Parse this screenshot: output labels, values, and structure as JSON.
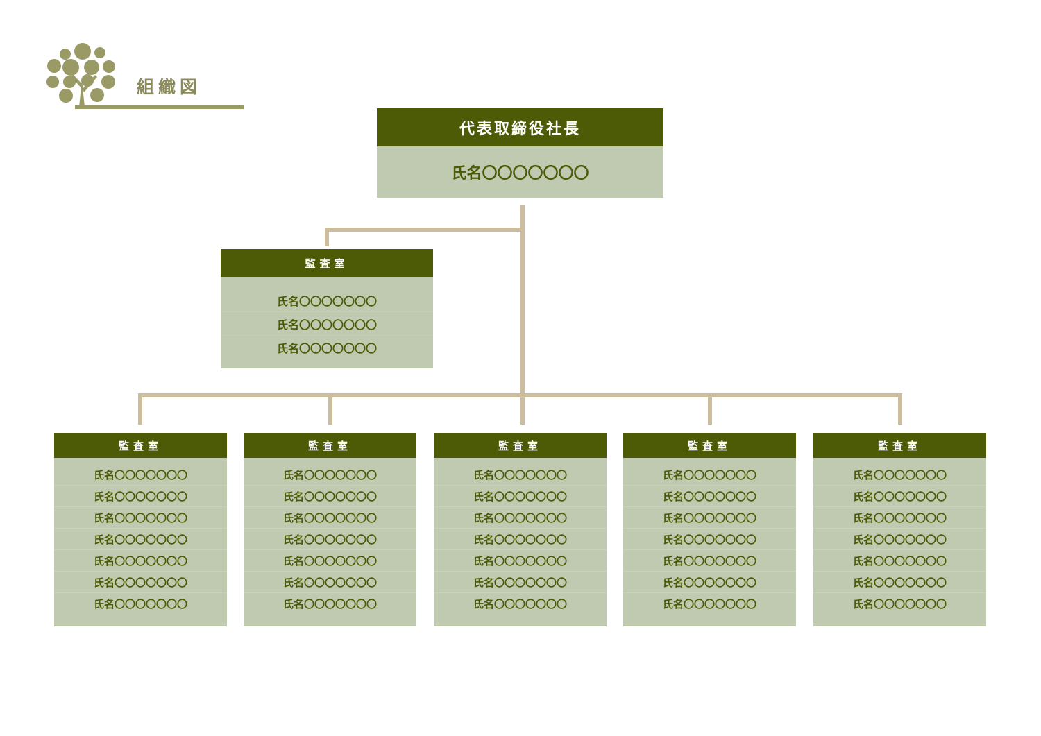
{
  "header": {
    "title": "組織図",
    "logo_icon": "tree-icon"
  },
  "colors": {
    "header_fill": "#4d5b07",
    "body_fill": "#bfcab0",
    "connector": "#cbbd9e",
    "logo": "#9a9a66"
  },
  "president": {
    "title": "代表取締役社長",
    "members": [
      "氏名〇〇〇〇〇〇〇"
    ]
  },
  "audit": {
    "title": "監査室",
    "members": [
      "氏名〇〇〇〇〇〇〇",
      "氏名〇〇〇〇〇〇〇",
      "氏名〇〇〇〇〇〇〇"
    ]
  },
  "departments": [
    {
      "title": "監査室",
      "members": [
        "氏名〇〇〇〇〇〇〇",
        "氏名〇〇〇〇〇〇〇",
        "氏名〇〇〇〇〇〇〇",
        "氏名〇〇〇〇〇〇〇",
        "氏名〇〇〇〇〇〇〇",
        "氏名〇〇〇〇〇〇〇",
        "氏名〇〇〇〇〇〇〇"
      ]
    },
    {
      "title": "監査室",
      "members": [
        "氏名〇〇〇〇〇〇〇",
        "氏名〇〇〇〇〇〇〇",
        "氏名〇〇〇〇〇〇〇",
        "氏名〇〇〇〇〇〇〇",
        "氏名〇〇〇〇〇〇〇",
        "氏名〇〇〇〇〇〇〇",
        "氏名〇〇〇〇〇〇〇"
      ]
    },
    {
      "title": "監査室",
      "members": [
        "氏名〇〇〇〇〇〇〇",
        "氏名〇〇〇〇〇〇〇",
        "氏名〇〇〇〇〇〇〇",
        "氏名〇〇〇〇〇〇〇",
        "氏名〇〇〇〇〇〇〇",
        "氏名〇〇〇〇〇〇〇",
        "氏名〇〇〇〇〇〇〇"
      ]
    },
    {
      "title": "監査室",
      "members": [
        "氏名〇〇〇〇〇〇〇",
        "氏名〇〇〇〇〇〇〇",
        "氏名〇〇〇〇〇〇〇",
        "氏名〇〇〇〇〇〇〇",
        "氏名〇〇〇〇〇〇〇",
        "氏名〇〇〇〇〇〇〇",
        "氏名〇〇〇〇〇〇〇"
      ]
    },
    {
      "title": "監査室",
      "members": [
        "氏名〇〇〇〇〇〇〇",
        "氏名〇〇〇〇〇〇〇",
        "氏名〇〇〇〇〇〇〇",
        "氏名〇〇〇〇〇〇〇",
        "氏名〇〇〇〇〇〇〇",
        "氏名〇〇〇〇〇〇〇",
        "氏名〇〇〇〇〇〇〇"
      ]
    }
  ]
}
